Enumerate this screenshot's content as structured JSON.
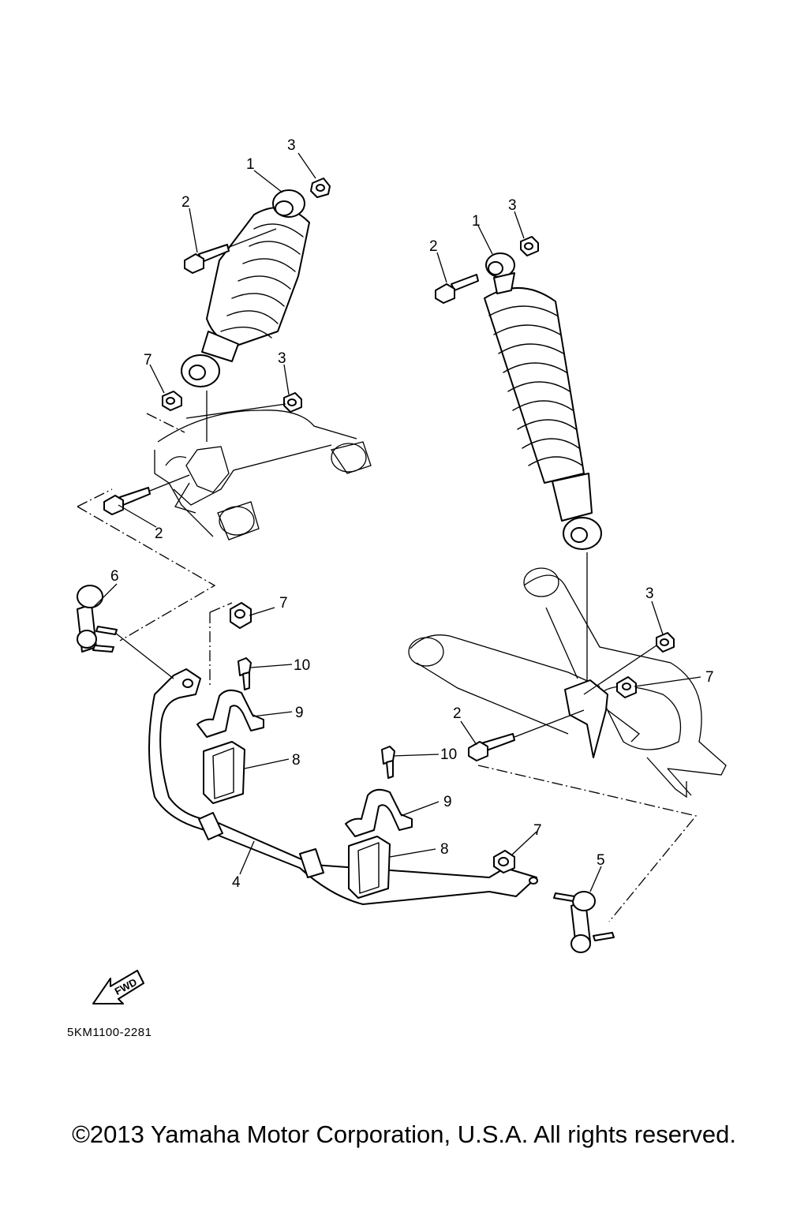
{
  "callouts": {
    "c1a": "1",
    "c2a": "2",
    "c3a": "3",
    "c7a": "7",
    "c3b": "3",
    "c2b": "2",
    "c1b": "1",
    "c2c": "2",
    "c3c": "3",
    "c6": "6",
    "c7b": "7",
    "c10a": "10",
    "c9a": "9",
    "c8a": "8",
    "c3d": "3",
    "c7c": "7",
    "c2d": "2",
    "c10b": "10",
    "c9b": "9",
    "c8b": "8",
    "c4": "4",
    "c7d": "7",
    "c5": "5"
  },
  "fwd_label": "FWD",
  "part_code": "5KM1100-2281",
  "copyright": "©2013 Yamaha Motor Corporation, U.S.A. All rights reserved."
}
